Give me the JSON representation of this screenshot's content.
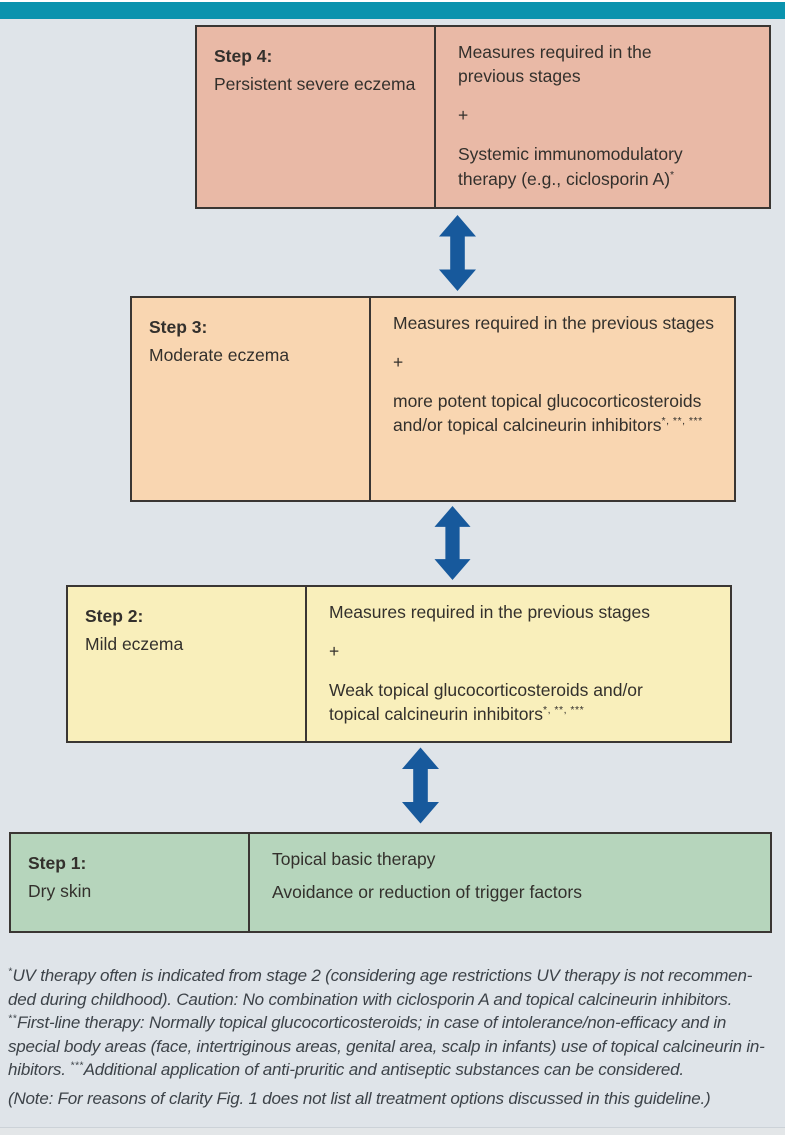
{
  "colors": {
    "accent_bar": "#0a93ae",
    "background": "#dfe4e9",
    "arrow": "#17599c",
    "border": "#3a3633",
    "step4_fill": "#e9b9a6",
    "step3_fill": "#f9d6b1",
    "step2_fill": "#f9efbb",
    "step1_fill": "#b6d5bc",
    "text": "#33302c"
  },
  "steps": [
    {
      "title": "Step 4:",
      "condition": "Persistent severe eczema",
      "lines": [
        {
          "text": "Measures required in the\nprevious stages"
        },
        {
          "text": "+"
        },
        {
          "text": "Systemic immunomodulatory\ntherapy (e.g., ciclosporin A)",
          "sup": "*"
        }
      ]
    },
    {
      "title": "Step 3:",
      "condition": "Moderate eczema",
      "lines": [
        {
          "text": "Measures required in the previous stages"
        },
        {
          "text": "+"
        },
        {
          "text": "more potent topical glucocorticosteroids\nand/or topical calcineurin inhibitors",
          "sup": "*, **, ***"
        }
      ]
    },
    {
      "title": "Step 2:",
      "condition": "Mild eczema",
      "lines": [
        {
          "text": "Measures required in the previous stages"
        },
        {
          "text": "+"
        },
        {
          "text": "Weak topical glucocorticosteroids and/or\ntopical calcineurin inhibitors",
          "sup": "*, **, ***"
        }
      ]
    },
    {
      "title": "Step 1:",
      "condition": "Dry skin",
      "lines": [
        {
          "text": "Topical basic therapy"
        },
        {
          "text": "Avoidance or reduction of trigger factors"
        }
      ]
    }
  ],
  "footnotes": {
    "lines": [
      [
        {
          "sup": "*"
        },
        {
          "text": "UV therapy often is indicated from stage 2 (considering age restrictions UV therapy is not recommen-"
        }
      ],
      [
        {
          "text": "ded during childhood). Caution: No combination with ciclosporin A and topical calcineurin inhibitors."
        }
      ],
      [
        {
          "sup": "**"
        },
        {
          "text": "First-line therapy: Normally topical glucocorticosteroids; in case of intolerance/non-efficacy and in"
        }
      ],
      [
        {
          "text": "special body areas (face, intertriginous areas, genital area, scalp in infants) use of topical calcineurin in-"
        }
      ],
      [
        {
          "text": "hibitors. "
        },
        {
          "sup": "***"
        },
        {
          "text": "Additional application of anti-pruritic and antiseptic substances can be considered."
        }
      ],
      [
        {
          "text": "(Note: For reasons of clarity Fig. 1 does not list all treatment options discussed in this guideline.)"
        }
      ]
    ]
  }
}
